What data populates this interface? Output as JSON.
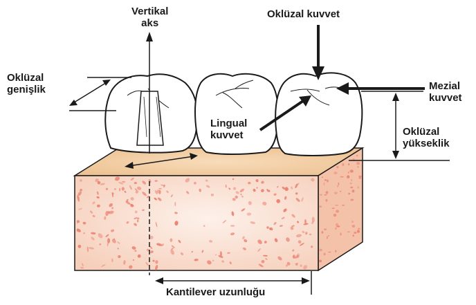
{
  "labels": {
    "vertical_axis": {
      "line1": "Vertikal",
      "line2": "aks"
    },
    "occlusal_force": "Oklüzal kuvvet",
    "occlusal_width": {
      "line1": "Oklüzal",
      "line2": "genişlik"
    },
    "mesial_force": {
      "line1": "Mezial",
      "line2": "kuvvet"
    },
    "lingual_force": {
      "line1": "Lingual",
      "line2": "kuvvet"
    },
    "occlusal_height": {
      "line1": "Oklüzal",
      "line2": "yükseklik"
    },
    "cantilever_length": "Kantilever uzunluğu"
  },
  "colors": {
    "bone_top": "#f2c99a",
    "bone_front": "#f8d8c4",
    "bone_side": "#f3c2a8",
    "bone_spots": "#ea8070",
    "outline": "#1a1a1a"
  }
}
